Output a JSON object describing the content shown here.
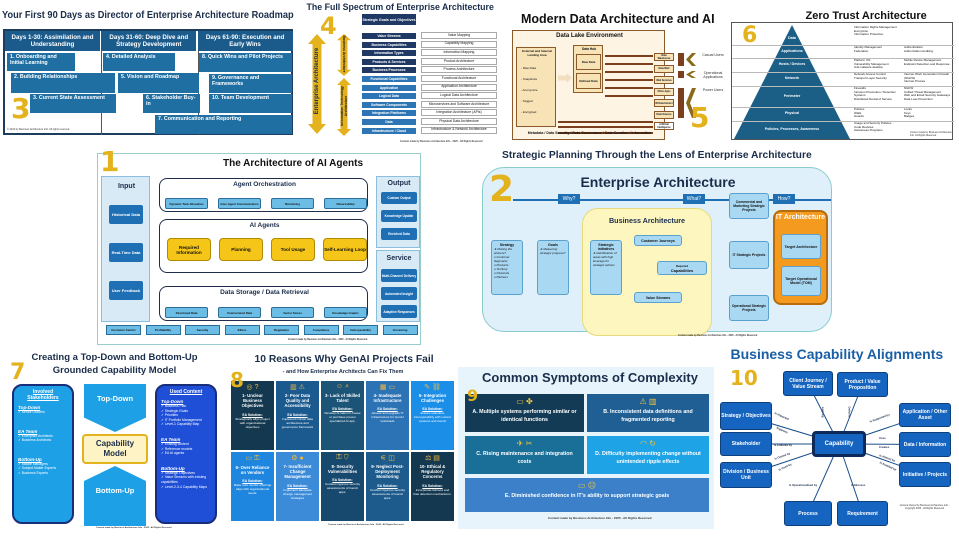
{
  "colors": {
    "gold": "#e3b21c",
    "navy": "#1f3864",
    "blue": "#1f6fa3",
    "lightblue": "#dcecf7",
    "orange": "#f39a1f",
    "yellow": "#fdf6bf",
    "brown": "#7b3f1d"
  },
  "p3": {
    "num": "3",
    "title": "Your First 90 Days as Director of Enterprise Architecture Roadmap",
    "headers": [
      "Days 1-30: Assimilation and Understanding",
      "Days 31-60: Deep Dive and Strategy Development",
      "Days 61-90: Execution and Early Wins"
    ],
    "items": [
      "1. Onboarding and Initial Learning",
      "2. Building Relationships",
      "3. Current State Assessment",
      "4. Detailed Analysis",
      "5. Vision and Roadmap",
      "6. Stakeholder Buy-in",
      "7. Communication and Reporting",
      "8. Quick Wins and Pilot Projects",
      "9. Governance and Frameworks",
      "10. Team Development"
    ],
    "copyright": "© 2024 by Business Architecture Info. All rights reserved."
  },
  "p4": {
    "num": "4",
    "title": "The Full Spectrum of Enterprise Architecture",
    "ea": "Enterprise Architecture",
    "ba": "Business Architecture",
    "ita": "Information Technology Architecture",
    "top": "Strategic Goals and Objectives",
    "layers": [
      "Value Streams",
      "Business Capabilities",
      "Information Types",
      "Products & Services",
      "Business Processes",
      "Functional Capabilities",
      "Application",
      "Logical Data",
      "Software Components",
      "Integration Platforms",
      "Data",
      "Infrastructure / Cloud"
    ],
    "practices": [
      "Value Mapping",
      "Capability Mapping",
      "Information Mapping",
      "Product Architecture",
      "Process Architecture",
      "Functional Architecture",
      "Application Architecture",
      "Logical Data Architecture",
      "Microservices and Software Architecture",
      "Integration Architecture (APIs)",
      "Physical Data Architecture",
      "Infrastructure & Network Architecture"
    ],
    "footer": "Content made by Business Architecture Info - 2025 - All Rights Reserved"
  },
  "p5": {
    "num": "5",
    "title": "Modern Data Architecture and AI",
    "env": "Data Lake Environment",
    "landing": "External and Internal Landing Area",
    "landing_items": [
      "- Raw Data",
      "- Snapshots",
      "- Anonymize",
      "- Tagged",
      "- Encrypted"
    ],
    "hub": "Data Hub",
    "raw": "Raw Data",
    "refined": "Refined Data",
    "outputs": [
      "Data Warehouse",
      "Data Mart",
      "Web Services",
      "Other Apps",
      "BI Data Extract",
      "Data Science",
      "Artificial Intelligence"
    ],
    "users": [
      "Casual Users",
      "Operational Applications",
      "Power Users"
    ],
    "footer": "Metadata / Data Security / Data Governance / Data Curation / Information"
  },
  "p6": {
    "num": "6",
    "title": "Zero Trust Architecture",
    "layers": [
      {
        "name": "Data",
        "left": [
          "Information Rights Management",
          "Encryption",
          "Information Protection"
        ],
        "right": []
      },
      {
        "name": "Applications",
        "left": [
          "Identity Management",
          "Federation"
        ],
        "right": [
          "Authentication",
          "Authorization Auditing"
        ]
      },
      {
        "name": "Hosts / Devices",
        "left": [
          "Platform OS",
          "Vulnerability Management",
          "Anti-malware desktop"
        ],
        "right": [
          "Mobile Device Management",
          "Endpoint Detection and Response"
        ]
      },
      {
        "name": "Network",
        "left": [
          "Network Access Control",
          "Transport Layer Security"
        ],
        "right": [
          "Internet Work Generation Firewall (NGFW)",
          "Internet Proxies"
        ]
      },
      {
        "name": "Perimeter",
        "left": [
          "Firewalls",
          "Intrusion Prevention / Detection Systems",
          "Distributed Denial of Service"
        ],
        "right": [
          "NGFW",
          "Unified Threat Management",
          "Web and Email Security Gateways",
          "Data Loss Prevention"
        ]
      },
      {
        "name": "Physical",
        "left": [
          "Policies",
          "Walls",
          "Guards"
        ],
        "right": [
          "Locks",
          "Keys",
          "Badges"
        ]
      },
      {
        "name": "Policies, Processes, Awareness",
        "left": [
          "Usage and Security Policies",
          "Code Reviews",
          "Awareness Programs"
        ],
        "right": []
      }
    ],
    "footer": "Content made by Business Architecture Info. All Rights Reserved"
  },
  "p1": {
    "num": "1",
    "title": "The Architecture of AI Agents",
    "input": "Input",
    "inputs": [
      "Historical Data",
      "Real-Time Data",
      "User Feedback"
    ],
    "orch": "Agent Orchestration",
    "orch_items": [
      "Dynamic Task Allocation",
      "Inter-Agent Communication",
      "Monitoring",
      "Observability"
    ],
    "agents": "AI Agents",
    "agent_items": [
      "Required Information",
      "Planning",
      "Tool Usage",
      "Self-Learning Loop"
    ],
    "storage": "Data Storage / Data Retrieval",
    "storage_items": [
      "Structured Data",
      "Unstructured Data",
      "Vector Stores",
      "Knowledge Graphs"
    ],
    "output": "Output",
    "outputs": [
      "Custom Output",
      "Knowledge Update",
      "Enriched Data"
    ],
    "service": "Service",
    "services": [
      "Multi-Channel Delivery",
      "Automated Insight",
      "Adaptive Responses"
    ],
    "bottom": [
      "Customer-Centric",
      "Profitability",
      "Security",
      "Ethics",
      "Regulation",
      "Compliance",
      "Interoperability",
      "Versioning"
    ],
    "footer": "Content made by Business Architecture Info - 2025 - All Rights Reserved"
  },
  "p2": {
    "num": "2",
    "title": "Strategic Planning Through the Lens of Enterprise Architecture",
    "ea": "Enterprise Architecture",
    "why": "Why?",
    "what": "What?",
    "how": "How?",
    "ba": "Business Architecture",
    "strategy": {
      "title": "Strategy",
      "lines": [
        "➤ Picking the winners?",
        "o Customer Segments",
        "o Products",
        "o Territory",
        "o Channels",
        "o Partners"
      ]
    },
    "goals": {
      "title": "Goals",
      "lines": [
        "➤ Measuring strategic progress?"
      ]
    },
    "initiatives": {
      "title": "Strategic Initiatives",
      "lines": [
        "➤ Identification of areas with high leverage for strategic actions"
      ]
    },
    "journeys": "Customer Journeys",
    "capabilities_small": "Required",
    "capabilities": "Capabilities",
    "streams": "Value Streams",
    "projects": [
      "Commercial and Marketing Strategic Projects",
      "IT Strategic Projects",
      "Operational Strategic Projects"
    ],
    "it": "IT Architecture",
    "target_arch": "Target Architecture",
    "tom": "Target Operational Model (TOM)",
    "footer": "Content made by Business Architecture Info - 2025 - All Rights Reserved"
  },
  "p7": {
    "num": "7",
    "title1": "Creating a Top-Down and Bottom-Up",
    "title2": "Grounded Capability Model",
    "left_title": "Involved Stakeholders",
    "left": [
      {
        "h": "Top-Down",
        "items": [
          "✓ Senior Leaders"
        ]
      },
      {
        "h": "EA Team",
        "items": [
          "✓ Enterprise Architects",
          "✓ Business Architects"
        ]
      },
      {
        "h": "Bottom-Up",
        "items": [
          "✓ Middle Managers",
          "✓ Subject Matter Experts",
          "✓ Business Experts"
        ]
      }
    ],
    "top": "Top-Down",
    "model": "Capability Model",
    "bottom": "Bottom-Up",
    "right_title": "Used Content",
    "right": [
      {
        "h": "Top-Down",
        "items": [
          "✓ Business Plan",
          "✓ Strategic Goals",
          "✓ Priorities",
          "✓ IT Portfolio Management",
          "✓ Level-1 Capability Map"
        ]
      },
      {
        "h": "EA Team",
        "items": [
          "✓ Existing content",
          "✓ Reference models",
          "✓ EA AI agents"
        ]
      },
      {
        "h": "Bottom-Up",
        "items": [
          "✓ Strategic Objectives",
          "✓ Value Streams with existing capabilities",
          "✓ Level-2-3-4 Capability Maps"
        ]
      }
    ],
    "footer": "Content made by Business Architecture Info - 2025 - All Rights Reserved"
  },
  "p8": {
    "num": "8",
    "title": "10 Reasons Why GenAI Projects Fail",
    "subtitle": "- and How Enterprise Architects Can Fix Them",
    "sol": "EA Solution:",
    "cards": [
      {
        "icon": "◎ ?",
        "t": "1- Unclear Business Objectives",
        "s": "Strategically align project with organizational objectives"
      },
      {
        "icon": "▥ ⚠",
        "t": "2- Poor Data Quality and Accessibility",
        "s": "Implement robust data architecture and governance framework"
      },
      {
        "icon": "☺ ⌕",
        "t": "3- Lack of Skilled Talent",
        "s": "Develop AI talent in-house or purchase proven specialized AI app."
      },
      {
        "icon": "▦ ▭",
        "t": "4- Inadequate Infrastructure",
        "s": "Assess and upgrade IT infrastructure for GenAI workloads"
      },
      {
        "icon": "✎ ⛓",
        "t": "5- Integration Challenges",
        "s": "Ensure seamless interoperability with current systems and GenAI"
      },
      {
        "icon": "▭ ⚿",
        "t": "6- Over Reliance on Vendors",
        "s": "Make sure vendor offerings align with organizational needs."
      },
      {
        "icon": "⚙ ●",
        "t": "7- Insufficient Change Management",
        "s": "Implement adequate change management strategies"
      },
      {
        "icon": "⚿ ⛉",
        "t": "8- Security Vulnerabilities",
        "s": "Conduct rigorous security assessments of GenAI apps."
      },
      {
        "icon": "⚟ ◫",
        "t": "9- Neglect Post-Deployment Monitoring",
        "s": "Conduct rigorous security assessments of GenAI apps."
      },
      {
        "icon": "⚖ ▤",
        "t": "10- Ethical & Regulatory Concerns",
        "s": "Incorporate fairness and bias detection mechanisms."
      }
    ],
    "footer": "Content made by Business Architecture Info - 2025 - All Rights Reserved"
  },
  "p9": {
    "num": "9",
    "title": "Common Symptoms of Complexity",
    "cells": [
      {
        "icon": "▭ ✤",
        "t": "A. Multiple systems performing similar or identical functions"
      },
      {
        "icon": "⚠ ▥",
        "t": "B. Inconsistent data definitions and fragmented reporting"
      },
      {
        "icon": "✈ ✂",
        "t": "C. Rising maintenance and integration costs"
      },
      {
        "icon": "◠ ↻",
        "t": "D. Difficulty implementing change without unintended ripple effects"
      },
      {
        "icon": "▭ ☹",
        "t": "E. Diminished confidence in IT's ability to support strategic goals"
      }
    ],
    "footer": "Content made by Business Architecture Info - 2025 - All Rights Reserved"
  },
  "p10": {
    "num": "10",
    "title": "Business Capability Alignments",
    "center": "Capability",
    "nodes": [
      "Client Journey / Value Stream",
      "Product / Value Proposition",
      "Strategy / Objectives",
      "Stakeholder",
      "Division / Business Unit",
      "Application / Other Asset",
      "Data / Information",
      "Initiative / Projects",
      "Process",
      "Requirement"
    ],
    "edges": [
      "Enables",
      "Delivers",
      "Is Impacted",
      "Supports",
      "Is Enabled by",
      "Is Owned by",
      "Is Used by",
      "Is Supported by",
      "Uses",
      "Creates",
      "Is Altered by",
      "Is Enabled by",
      "Is Operationalized by",
      "Addresses"
    ],
    "footer": "Content Owned by Business Architecture Info - Copyright 2025 - All Rights Reserved"
  }
}
